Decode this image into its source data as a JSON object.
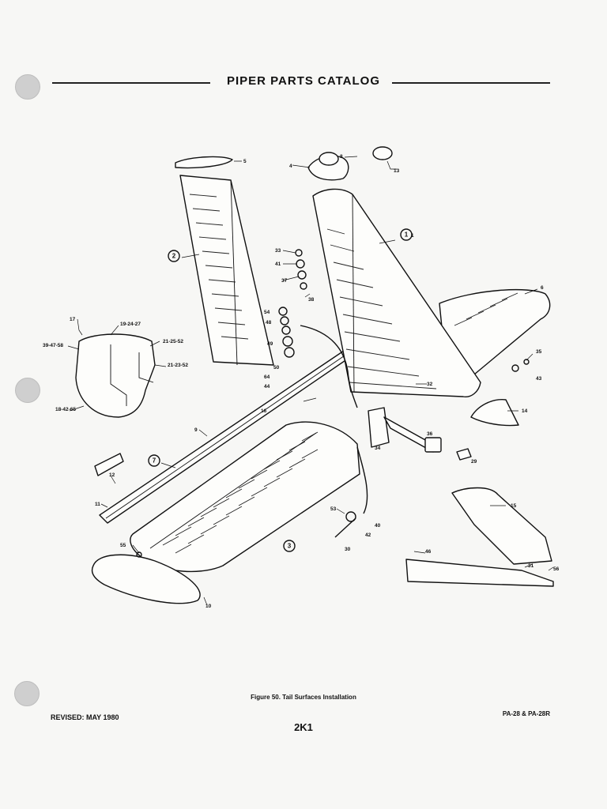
{
  "header": {
    "title": "PIPER PARTS CATALOG"
  },
  "figure": {
    "caption": "Figure 50. Tail Surfaces Installation",
    "circled_callouts": [
      "1",
      "2",
      "3",
      "7"
    ],
    "part_labels": [
      "5",
      "4",
      "8",
      "13",
      "1",
      "6",
      "33",
      "41",
      "37",
      "38",
      "54",
      "48",
      "49",
      "50",
      "64",
      "44",
      "17",
      "19-24-27",
      "39-47-58",
      "21-25-52",
      "21-23-52",
      "18-42-65",
      "35",
      "32",
      "36",
      "43",
      "14",
      "16",
      "9",
      "34",
      "29",
      "12",
      "11",
      "55",
      "10",
      "53",
      "40",
      "42",
      "30",
      "15",
      "31",
      "56",
      "46"
    ]
  },
  "footer": {
    "revised": "REVISED: MAY 1980",
    "models": "PA-28 & PA-28R",
    "page_code": "2K1"
  }
}
